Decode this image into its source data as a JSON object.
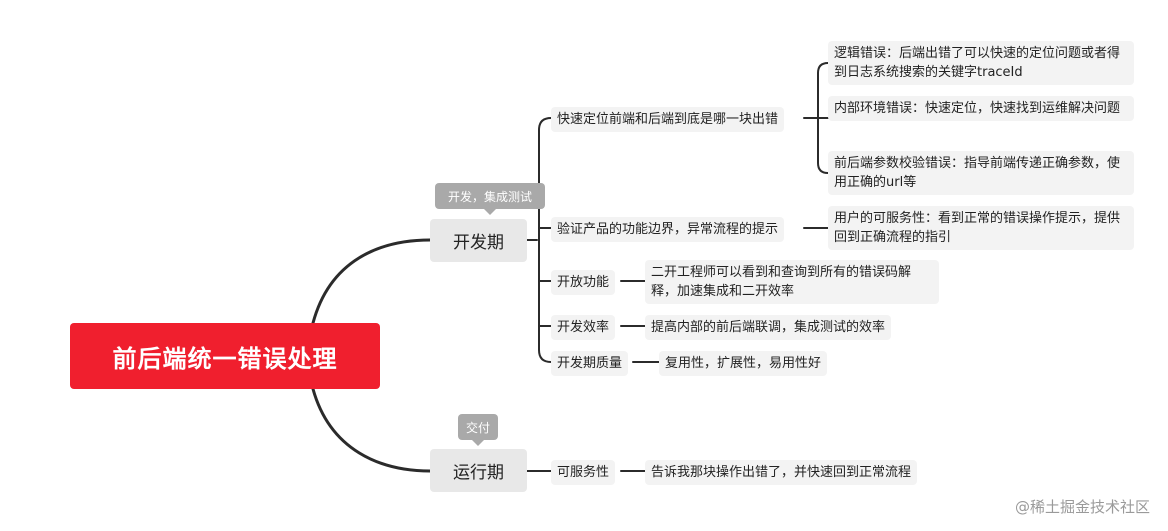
{
  "root": {
    "label": "前后端统一错误处理"
  },
  "branches": [
    {
      "label": "开发期",
      "tag": "开发，集成测试",
      "children": [
        {
          "label": "快速定位前端和后端到底是哪一块出错",
          "children": [
            "逻辑错误：后端出错了可以快速的定位问题或者得到日志系统搜索的关键字traceId",
            "内部环境错误：快速定位，快速找到运维解决问题",
            "前后端参数校验错误：指导前端传递正确参数，使用正确的url等"
          ]
        },
        {
          "label": "验证产品的功能边界，异常流程的提示",
          "children": [
            "用户的可服务性：看到正常的错误操作提示，提供回到正确流程的指引"
          ]
        },
        {
          "label": "开放功能",
          "children": [
            "二开工程师可以看到和查询到所有的错误码解释，加速集成和二开效率"
          ]
        },
        {
          "label": "开发效率",
          "children": [
            "提高内部的前后端联调，集成测试的效率"
          ]
        },
        {
          "label": "开发期质量",
          "children": [
            "复用性，扩展性，易用性好"
          ]
        }
      ]
    },
    {
      "label": "运行期",
      "tag": "交付",
      "children": [
        {
          "label": "可服务性",
          "children": [
            "告诉我那块操作出错了，并快速回到正常流程"
          ]
        }
      ]
    }
  ],
  "watermark": "@稀土掘金技术社区",
  "colors": {
    "root": "#f01f2e",
    "line": "#2b2b2b",
    "tag": "#a9a9a9"
  }
}
